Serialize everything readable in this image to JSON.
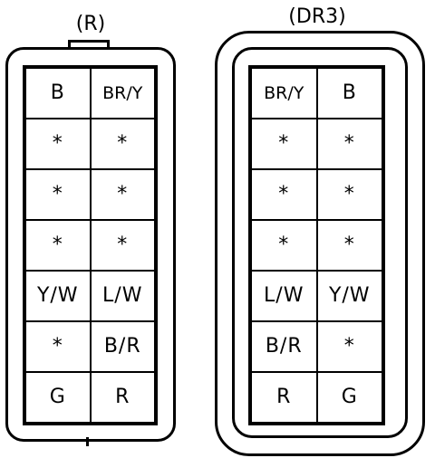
{
  "connectors": [
    {
      "label": "(R)",
      "cells": [
        [
          "B",
          "BR/Y"
        ],
        [
          "*",
          "*"
        ],
        [
          "*",
          "*"
        ],
        [
          "*",
          "*"
        ],
        [
          "Y/W",
          "L/W"
        ],
        [
          "*",
          "B/R"
        ],
        [
          "G",
          "R"
        ]
      ]
    },
    {
      "label": "(DR3)",
      "cells": [
        [
          "BR/Y",
          "B"
        ],
        [
          "*",
          "*"
        ],
        [
          "*",
          "*"
        ],
        [
          "*",
          "*"
        ],
        [
          "L/W",
          "Y/W"
        ],
        [
          "B/R",
          "*"
        ],
        [
          "R",
          "G"
        ]
      ]
    }
  ]
}
